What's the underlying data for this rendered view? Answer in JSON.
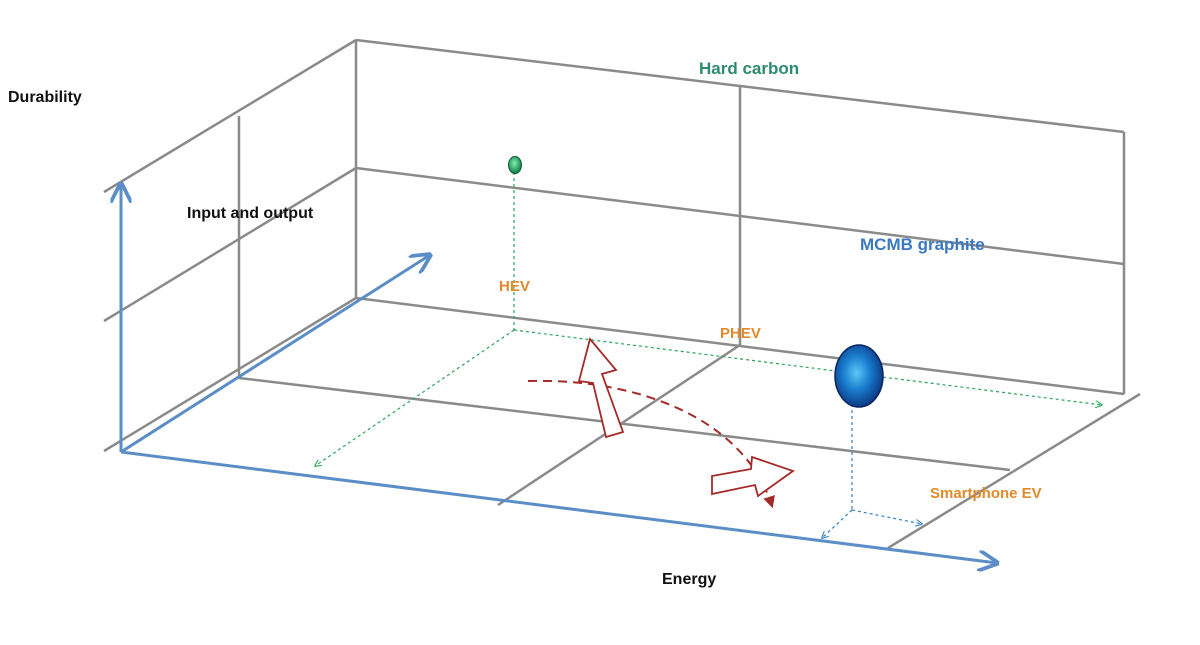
{
  "axes": {
    "y_label": "Durability",
    "z_label": "Input and output",
    "x_label": "Energy"
  },
  "materials": {
    "hard_carbon": "Hard carbon",
    "mcmb_graphite": "MCMB graphite"
  },
  "applications": {
    "hev": "HEV",
    "phev": "PHEV",
    "smartphone_ev": "Smartphone EV"
  },
  "colors": {
    "grid": "#8a8a8a",
    "axis": "#5b8ec7",
    "hard_carbon": "#2e8b6e",
    "mcmb_graphite": "#3a78c2",
    "application": "#e08a2c",
    "trend_arrow": "#a52a2a"
  }
}
